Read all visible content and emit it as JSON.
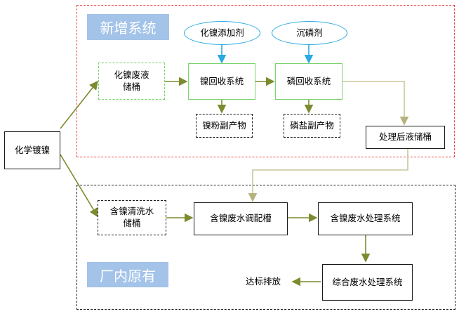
{
  "zones": {
    "new_system": "新增系统",
    "existing": "厂内原有"
  },
  "nodes": {
    "source": "化学镀镍",
    "ni_waste_tank": "化镍废液\n储桶",
    "ni_additive": "化镍添加剂",
    "phos_precipitant": "沉磷剂",
    "ni_recovery": "镍回收系统",
    "phos_recovery": "磷回收系统",
    "ni_byproduct": "镍粉副产物",
    "phos_byproduct": "磷盐副产物",
    "treated_tank": "处理后液储桶",
    "rinse_tank": "含镍清洗水\n储桶",
    "adjust_tank": "含镍废水调配槽",
    "ni_treatment": "含镍废水处理系统",
    "combined_treatment": "综合废水处理系统",
    "discharge": "达标排放"
  },
  "colors": {
    "new_zone_border": "#ee4444",
    "zone_label_bg": "#a3c3e8",
    "green": "#7ad36b",
    "blue": "#2aaae0",
    "arrow_olive": "#7a8c2e",
    "arrow_tan": "#c9c79a"
  }
}
